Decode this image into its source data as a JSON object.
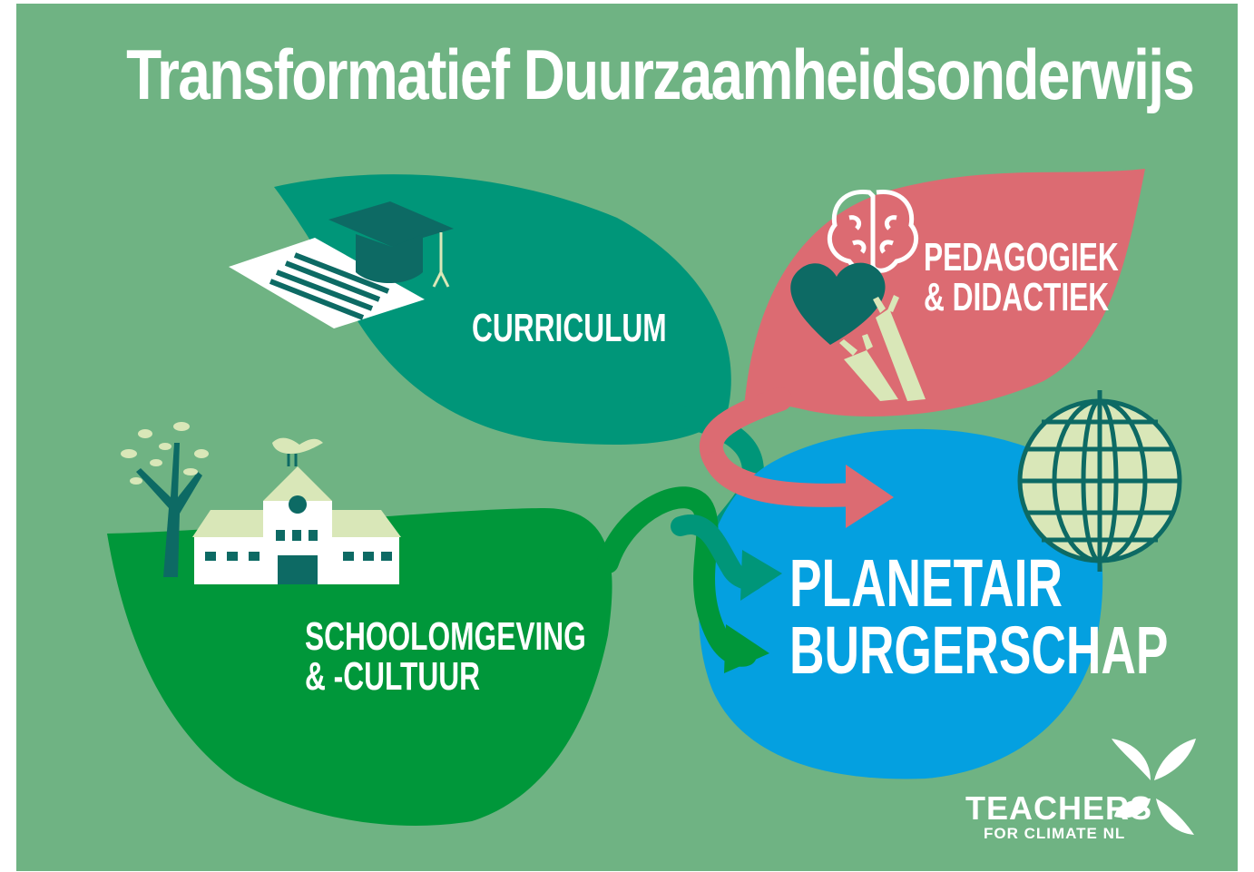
{
  "title": "Transformatief Duurzaamheidsonderwijs",
  "leaves": {
    "curriculum": {
      "label": "CURRICULUM",
      "color": "#009679"
    },
    "pedagogiek": {
      "line1": "PEDAGOGIEK",
      "line2": "& DIDACTIEK",
      "color": "#dc6b72"
    },
    "school": {
      "line1": "SCHOOLOMGEVING",
      "line2": "& -CULTUUR",
      "color": "#00973a"
    }
  },
  "center": {
    "line1": "PLANETAIR",
    "line2": "BURGERSCHAP",
    "color": "#04a0e0"
  },
  "logo": {
    "name": "TEACHERS",
    "sub": "FOR CLIMATE NL"
  },
  "colors": {
    "background": "#6fb383",
    "cream": "#d9e7b8",
    "dark_teal": "#0d6a64"
  }
}
